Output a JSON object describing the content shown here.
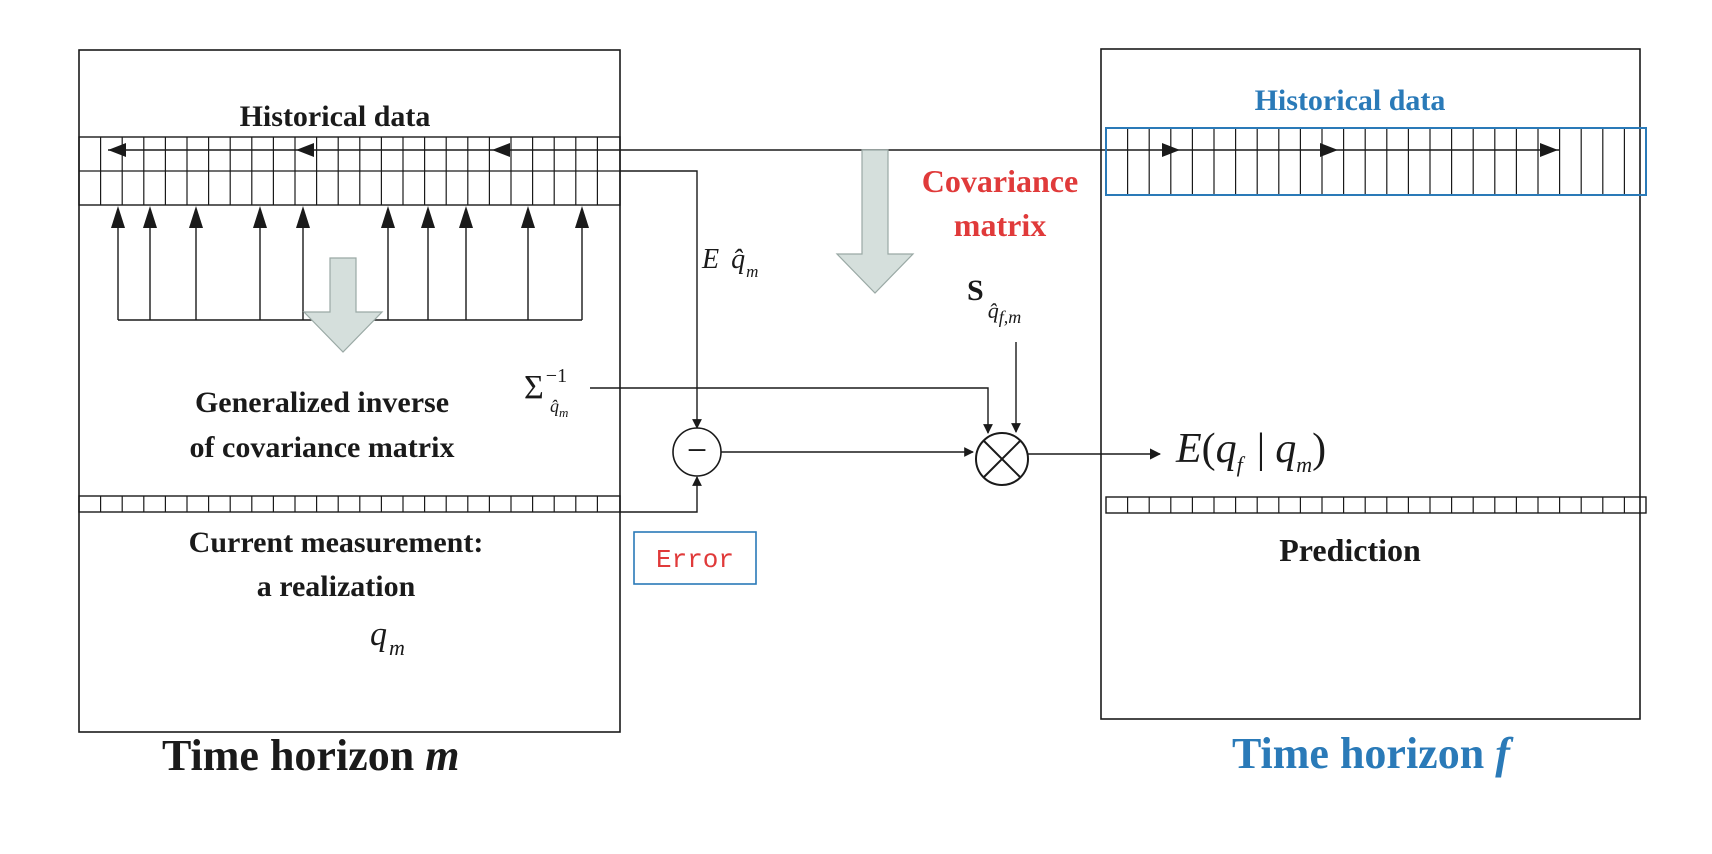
{
  "left_panel": {
    "historical_label": "Historical data",
    "inverse_label_line1": "Generalized inverse",
    "inverse_label_line2": "of covariance matrix",
    "measurement_line1": "Current measurement:",
    "measurement_line2": "a realization",
    "qm_symbol": "q",
    "qm_subscript": "m",
    "horizon_text": "Time horizon ",
    "horizon_var": "m"
  },
  "middle": {
    "covariance_line1": "Covariance",
    "covariance_line2": "matrix",
    "expectation_symbol": "E",
    "expectation_q": "q̂",
    "expectation_sub": "m",
    "sigma_symbol": "Σ",
    "sigma_sup": "−1",
    "sigma_sub_q": "q̂",
    "sigma_sub_m": "m",
    "s_symbol": "S",
    "s_sub_q": "q̂",
    "s_sub_fm": "f,m",
    "error_label": "Error",
    "minus_glyph": "−",
    "times_glyph": "×"
  },
  "output": {
    "e_symbol": "E",
    "open_paren": "(",
    "q1": "q",
    "f_sub": "f",
    "bar": "|",
    "q2": "q",
    "m_sub": "m",
    "close_paren": ")"
  },
  "right_panel": {
    "historical_label": "Historical data",
    "prediction_label": "Prediction",
    "horizon_text": "Time horizon ",
    "horizon_var": "f"
  },
  "colors": {
    "ink": "#1a1a1a",
    "blue": "#2a7ab8",
    "red": "#e03a3a",
    "hollow_arrow": "#d5dfdc"
  }
}
